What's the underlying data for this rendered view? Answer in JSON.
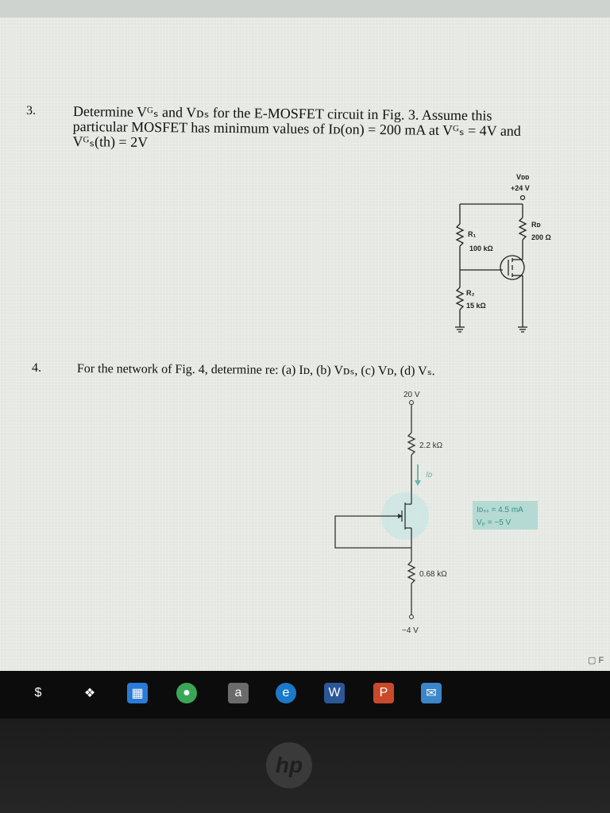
{
  "questions": [
    {
      "number": "3.",
      "lines": [
        "Determine Vᴳₛ and Vᴅₛ for the E-MOSFET circuit in Fig. 3. Assume this",
        "particular MOSFET has minimum values of Iᴅ(on) = 200 mA at Vᴳₛ = 4V and",
        "Vᴳₛ(th) = 2V"
      ]
    },
    {
      "number": "4.",
      "lines": [
        "For the network of Fig. 4, determine re: (a) Iᴅ, (b) Vᴅₛ, (c) Vᴅ, (d) Vₛ."
      ]
    }
  ],
  "fig3": {
    "vdd_label": "Vᴅᴅ",
    "vdd_value": "+24 V",
    "r1_label": "R₁",
    "r1_value": "100 kΩ",
    "r2_label": "R₂",
    "r2_value": "15 kΩ",
    "rd_label": "Rᴅ",
    "rd_value": "200 Ω"
  },
  "fig4": {
    "supply_top": "20 V",
    "rd_value": "2.2 kΩ",
    "id_label": "Iᴅ",
    "params_line1": "Iᴅₛₛ = 4.5 mA",
    "params_line2": "Vₚ = −5 V",
    "rs_value": "0.68 kΩ",
    "supply_bottom": "−4 V"
  },
  "taskbar": {
    "icons": [
      {
        "name": "app-icon-1",
        "glyph": "$",
        "color": "#0c0c0c"
      },
      {
        "name": "dropbox-icon",
        "glyph": "❖",
        "color": "#0c0c0c"
      },
      {
        "name": "store-icon",
        "glyph": "▦",
        "color": "#2a7bd6"
      },
      {
        "name": "chrome-icon",
        "glyph": "●",
        "color": "#3aa757"
      },
      {
        "name": "amazon-icon",
        "glyph": "a",
        "color": "#6b6b6b"
      },
      {
        "name": "edge-icon",
        "glyph": "e",
        "color": "#1b79c9"
      },
      {
        "name": "word-icon",
        "glyph": "W",
        "color": "#2b5797"
      },
      {
        "name": "powerpoint-icon",
        "glyph": "P",
        "color": "#c84a2a"
      },
      {
        "name": "mail-icon",
        "glyph": "✉",
        "color": "#3a86c8"
      }
    ]
  },
  "bezel_logo": "hp"
}
